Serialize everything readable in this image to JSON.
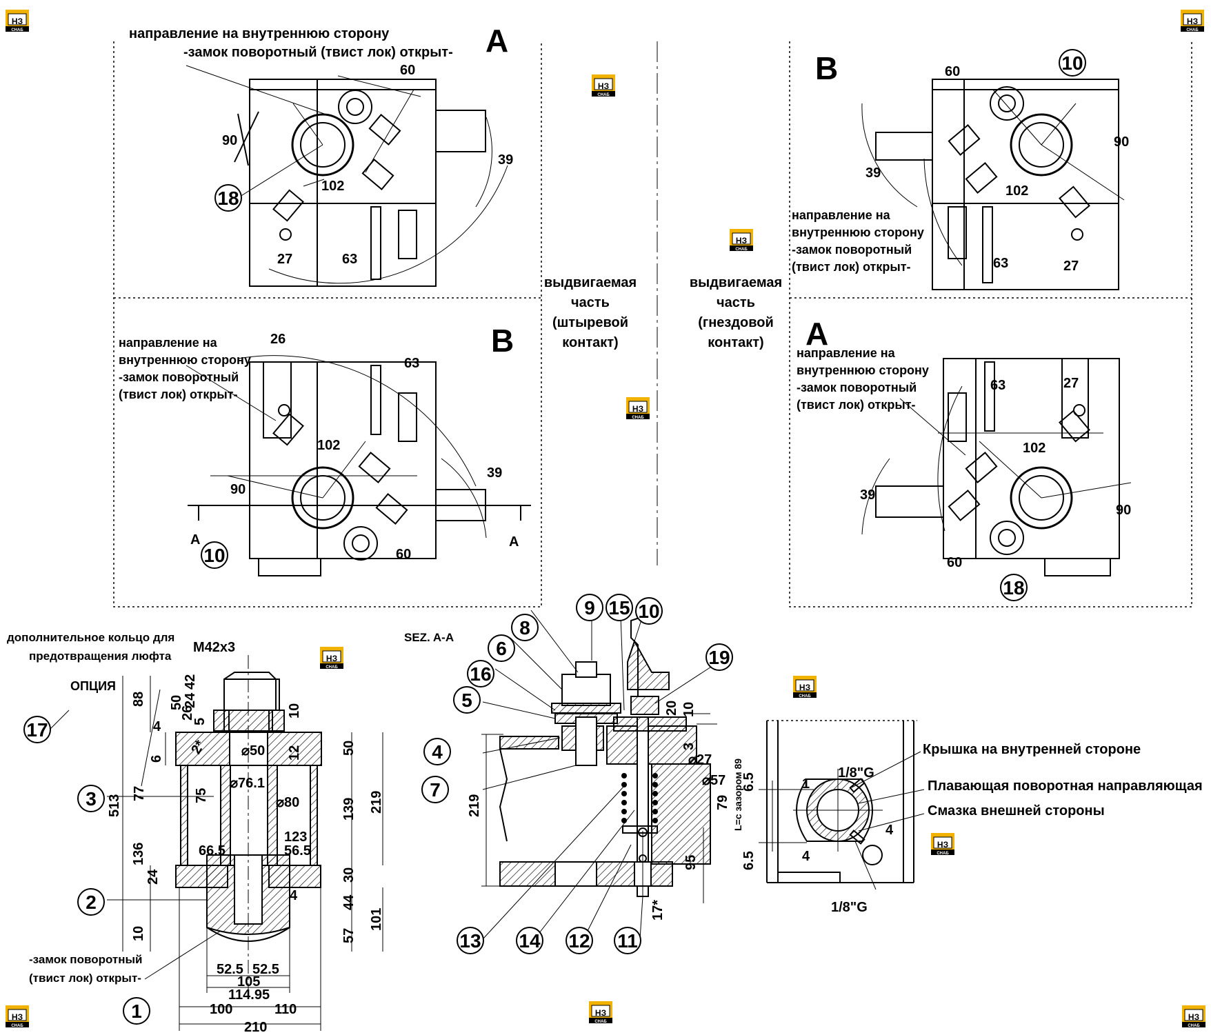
{
  "views": {
    "top_left_letter": "A",
    "mid_left_letter": "B",
    "top_right_letter": "B",
    "mid_right_letter": "A"
  },
  "notes": {
    "dir_oneline_1": "направление на внутреннюю сторону",
    "dir_oneline_2": "-замок поворотный (твист лок) открыт-",
    "dir_l1": "направление на",
    "dir_l2": "внутреннюю сторону",
    "dir_l3": "-замок поворотный",
    "dir_l4": "(твист лок) открыт-",
    "slide_pin_1": "выдвигаемая",
    "slide_pin_2": "часть",
    "slide_pin_3": "(штыревой",
    "slide_pin_4": "контакт)",
    "slide_sock_1": "выдвигаемая",
    "slide_sock_2": "часть",
    "slide_sock_3": "(гнездовой",
    "slide_sock_4": "контакт)",
    "ring_1": "дополнительное кольцо для",
    "ring_2": "предотвращения люфта",
    "option": "ОПЦИЯ",
    "twist_1": "-замок поворотный",
    "twist_2": "(твист лок) открыт-",
    "section": "SEZ. A-A",
    "cover": "Крышка на внутренней стороне",
    "float_guide": "Плавающая поворотная направляющая",
    "lube": "Смазка внешней стороны",
    "clearance": "L=с зазором 89"
  },
  "dims": {
    "d60": "60",
    "d90": "90",
    "d102": "102",
    "d39": "39",
    "d27": "27",
    "d63": "63",
    "d26": "26",
    "m42": "M42x3",
    "d88": "88",
    "d42": "42",
    "d50": "50",
    "d24": "24",
    "d26b": "26",
    "d5": "5",
    "d4": "4",
    "d6": "6",
    "d10": "10",
    "d12": "12",
    "d2": "2*",
    "dia50": "⌀50",
    "dia761": "⌀76.1",
    "dia80": "⌀80",
    "d75": "75",
    "d77": "77",
    "d513": "513",
    "d136": "136",
    "d139": "139",
    "d219": "219",
    "d123": "123",
    "d565": "56.5",
    "d665": "66.5",
    "d30": "30",
    "d44": "44",
    "d101": "101",
    "d57": "57",
    "d525a": "52.5",
    "d525b": "52.5",
    "d105": "105",
    "d11495": "114.95",
    "d100": "100",
    "d110": "110",
    "d210": "210",
    "d20": "20",
    "d3": "3",
    "dia27": "⌀27",
    "dia57": "⌀57",
    "d79": "79",
    "d95": "95",
    "d17": "17*",
    "d65a": "6.5",
    "d65b": "6.5",
    "d1": "1",
    "g18a": "1/8\"G",
    "g18b": "1/8\"G",
    "secA": "A"
  },
  "callouts": {
    "c1": "1",
    "c2": "2",
    "c3": "3",
    "c4": "4",
    "c5": "5",
    "c6": "6",
    "c7": "7",
    "c8": "8",
    "c9": "9",
    "c10": "10",
    "c11": "11",
    "c12": "12",
    "c13": "13",
    "c14": "14",
    "c15": "15",
    "c16": "16",
    "c17": "17",
    "c18": "18",
    "c19": "19"
  },
  "watermark": {
    "top": "НЗ",
    "bottom": "СНАБ"
  }
}
